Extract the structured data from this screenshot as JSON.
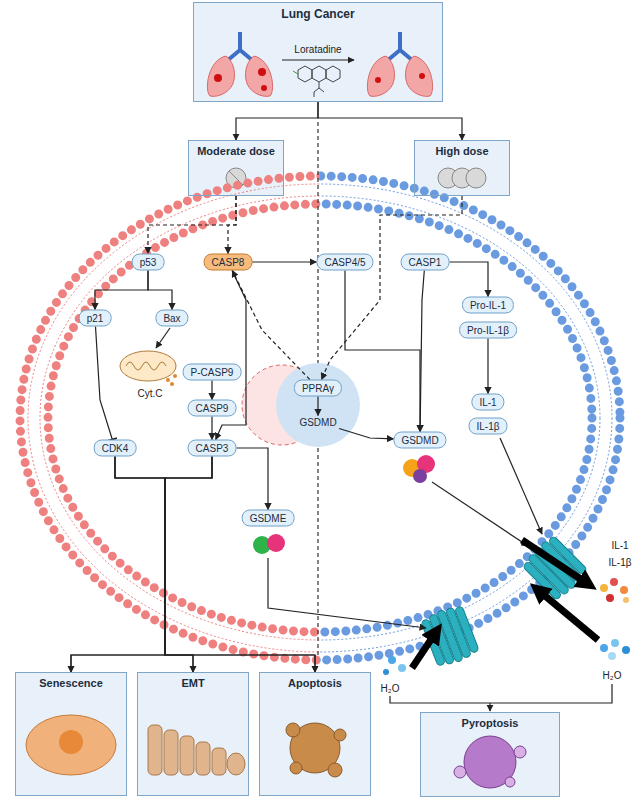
{
  "diagram": {
    "nodes": [
      {
        "text": [
          "Lung Cancer"
        ]
      },
      {
        "text": [
          "Moderate dose"
        ]
      },
      {
        "text": [
          "High dose"
        ]
      },
      {
        "text": [
          "p53"
        ]
      },
      {
        "text": [
          "CASP8"
        ]
      },
      {
        "text": [
          "CASP4/5"
        ]
      },
      {
        "text": [
          "CASP1"
        ]
      },
      {
        "text": [
          "p21"
        ]
      },
      {
        "text": [
          "Bax"
        ]
      },
      {
        "text": [
          "Pro-IL-1"
        ]
      },
      {
        "text": [
          "Pro-IL-1β"
        ]
      },
      {
        "text": [
          "P-CASP9"
        ]
      },
      {
        "text": [
          "PPRAγ"
        ]
      },
      {
        "text": [
          "GSDMD"
        ]
      },
      {
        "text": [
          "CASP9"
        ]
      },
      {
        "text": [
          "GSDMD"
        ]
      },
      {
        "text": [
          "IL-1"
        ]
      },
      {
        "text": [
          "IL-1β"
        ]
      },
      {
        "text": [
          "GSDME"
        ]
      },
      {
        "text": [
          "CDK4"
        ]
      },
      {
        "text": [
          "CASP3"
        ]
      },
      {
        "text": [
          "Senescence"
        ]
      },
      {
        "text": [
          "EMT"
        ]
      },
      {
        "text": [
          "Apoptosis"
        ]
      },
      {
        "text": [
          "Pyroptosis"
        ]
      }
    ],
    "edges": [
      {
        "from": 0,
        "to": 1,
        "arrow": "to"
      },
      {
        "from": 0,
        "to": 2,
        "arrow": "to"
      },
      {
        "from": 1,
        "to": 3,
        "arrow": "to"
      },
      {
        "from": 1,
        "to": 4,
        "arrow": "to"
      },
      {
        "from": 2,
        "to": 12,
        "arrow": "to"
      },
      {
        "from": 12,
        "to": 4,
        "arrow": "to"
      },
      {
        "from": 4,
        "to": 5,
        "arrow": "to"
      },
      {
        "from": 4,
        "to": 20,
        "arrow": "to"
      },
      {
        "from": 6,
        "to": 9,
        "arrow": "to"
      },
      {
        "from": 5,
        "to": 15,
        "arrow": "to"
      },
      {
        "from": 6,
        "to": 15,
        "arrow": "to"
      },
      {
        "from": 10,
        "to": 16,
        "arrow": "to"
      },
      {
        "from": 3,
        "to": 7,
        "arrow": "to"
      },
      {
        "from": 3,
        "to": 8,
        "arrow": "to"
      },
      {
        "from": 7,
        "to": 19,
        "arrow": "to"
      },
      {
        "from": 11,
        "to": 14,
        "arrow": "to"
      },
      {
        "from": 14,
        "to": 20,
        "arrow": "to"
      },
      {
        "from": 12,
        "to": 13,
        "arrow": "to"
      },
      {
        "from": 13,
        "to": 15,
        "arrow": "to"
      },
      {
        "from": 20,
        "to": 18,
        "arrow": "to"
      },
      {
        "from": 19,
        "to": 21,
        "arrow": "to"
      },
      {
        "from": 19,
        "to": 22,
        "arrow": "to"
      },
      {
        "from": 19,
        "to": 23,
        "arrow": "to"
      },
      {
        "from": 20,
        "to": 21,
        "arrow": "to"
      },
      {
        "from": 20,
        "to": 22,
        "arrow": "to"
      },
      {
        "from": 20,
        "to": 23,
        "arrow": "to"
      }
    ],
    "labels": [
      "Loratadine",
      "Cyt.C",
      "IL-1",
      "IL-1β",
      "H₂O",
      "H₂O"
    ]
  }
}
